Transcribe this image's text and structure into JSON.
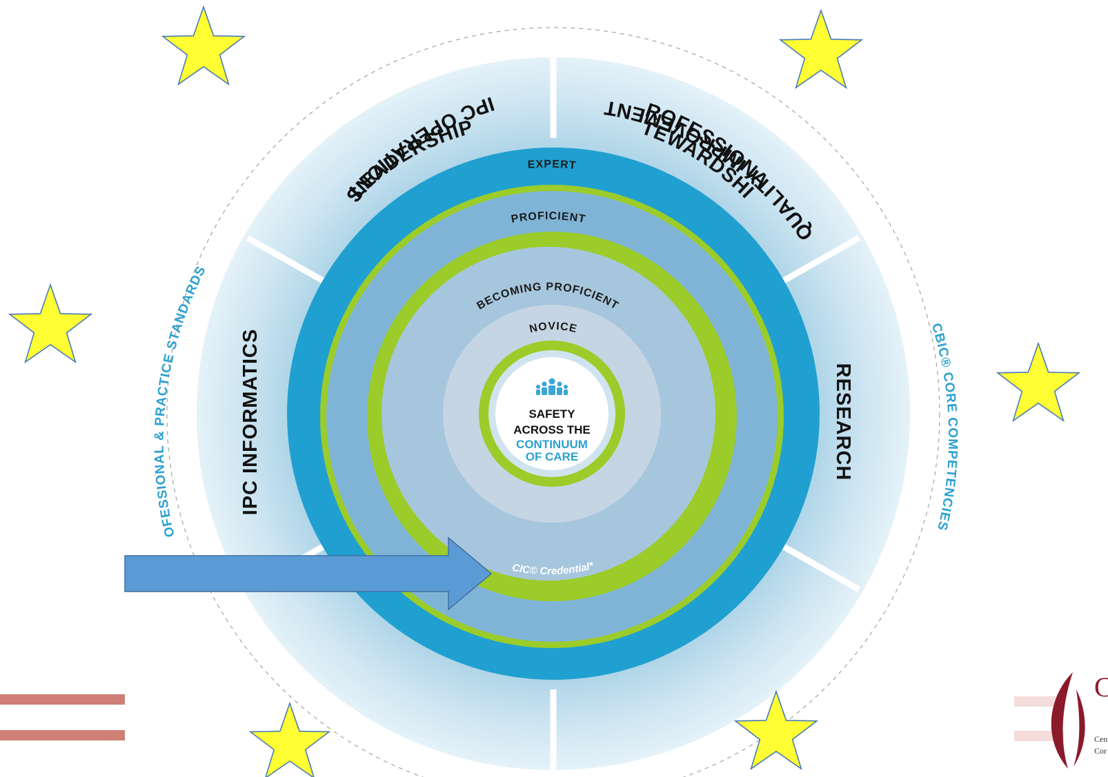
{
  "diagram": {
    "center": {
      "line1": "SAFETY",
      "line2": "ACROSS THE",
      "line3": "CONTINUUM",
      "line4": "OF CARE",
      "icon": "people-group-icon"
    },
    "levels": {
      "expert": "EXPERT",
      "proficient": "PROFICIENT",
      "becoming_proficient": "BECOMING PROFICIENT",
      "novice": "NOVICE",
      "credential": "CIC© Credential*"
    },
    "segments": {
      "leadership": "LEADERSHIP",
      "professional_line1": "PROFESSIONAL",
      "professional_line2": "STEWARDSHIP",
      "research": "RESEARCH",
      "ipc_operations": "IPC OPERATIONS",
      "quality_improvement": "QUALITY IMPROVEMENT",
      "ipc_informatics": "IPC INFORMATICS"
    },
    "outer_labels": {
      "left": "OFESSIONAL & PRACTICE STANDARDS",
      "right": "CBIC® CORE COMPETENCIES"
    }
  },
  "decorations": {
    "star_icon": "star-icon",
    "arrow_icon": "arrow-right-icon",
    "logo_partial": {
      "line1": "Cen",
      "line2": "Cor"
    }
  },
  "colors": {
    "star_fill": "#ffff33",
    "star_stroke": "#4a7ab8",
    "arrow": "#5b9bd5",
    "expert_ring": "#20a0d0",
    "green_ring": "#9ccc2a",
    "segment_light": "#c8e2ef",
    "stripe": "#d07f76",
    "logo_red": "#8b1a2b"
  }
}
